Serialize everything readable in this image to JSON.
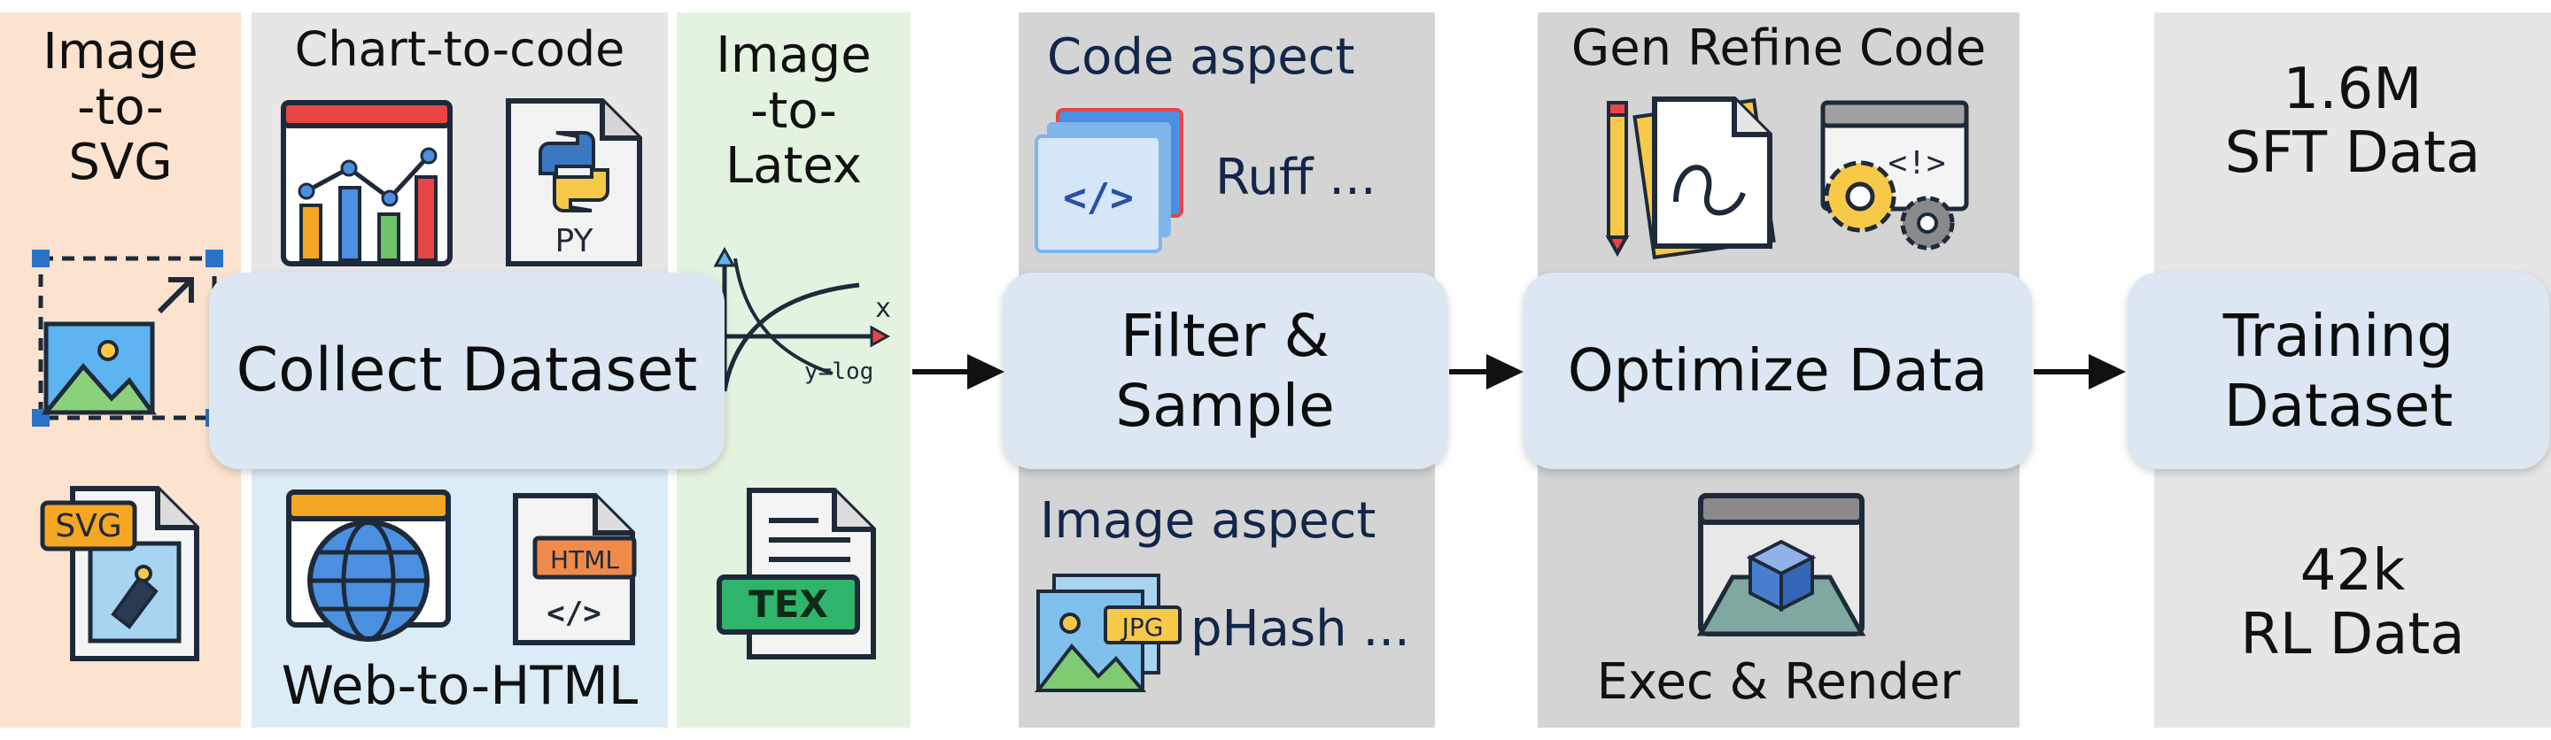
{
  "collect": {
    "image_to_svg": "Image\n-to-\nSVG",
    "chart_to_code": "Chart-to-code",
    "image_to_latex": "Image\n-to-\nLatex",
    "web_to_html": "Web-to-HTML",
    "py_badge": "PY",
    "svg_badge": "SVG",
    "html_badge": "HTML",
    "tex_badge": "TEX",
    "formula_text": "y=log",
    "x_label": "x",
    "box_label": "Collect Dataset"
  },
  "filter": {
    "code_aspect": "Code aspect",
    "code_tool": "Ruff ...",
    "image_aspect": "Image aspect",
    "image_tool": "pHash ...",
    "jpg_badge": "JPG",
    "box_label": "Filter &\nSample"
  },
  "optimize": {
    "gen_refine": "Gen Refine Code",
    "exec_render": "Exec & Render",
    "box_label": "Optimize Data"
  },
  "training": {
    "sft_count": "1.6M\nSFT Data",
    "rl_count": "42k\nRL Data",
    "box_label": "Training\nDataset"
  },
  "colors": {
    "image_to_svg_bg": "#fbe3cf",
    "chart_bg": "#e6e6e6",
    "web_bg": "#dcecf6",
    "latex_bg": "#e4f3df",
    "stage_bg": "#d4d4d4",
    "training_bg": "#e6e6e6",
    "box_fill": "#dce7f3"
  },
  "icons": [
    "image-frame-icon",
    "chart-window-icon",
    "python-file-icon",
    "axis-log-icon",
    "svg-file-icon",
    "globe-window-icon",
    "html-file-icon",
    "tex-file-icon",
    "code-window-icon",
    "jpg-image-icon",
    "pencil-paper-icon",
    "gear-window-icon",
    "render-cube-icon",
    "arrow-right-icon"
  ]
}
